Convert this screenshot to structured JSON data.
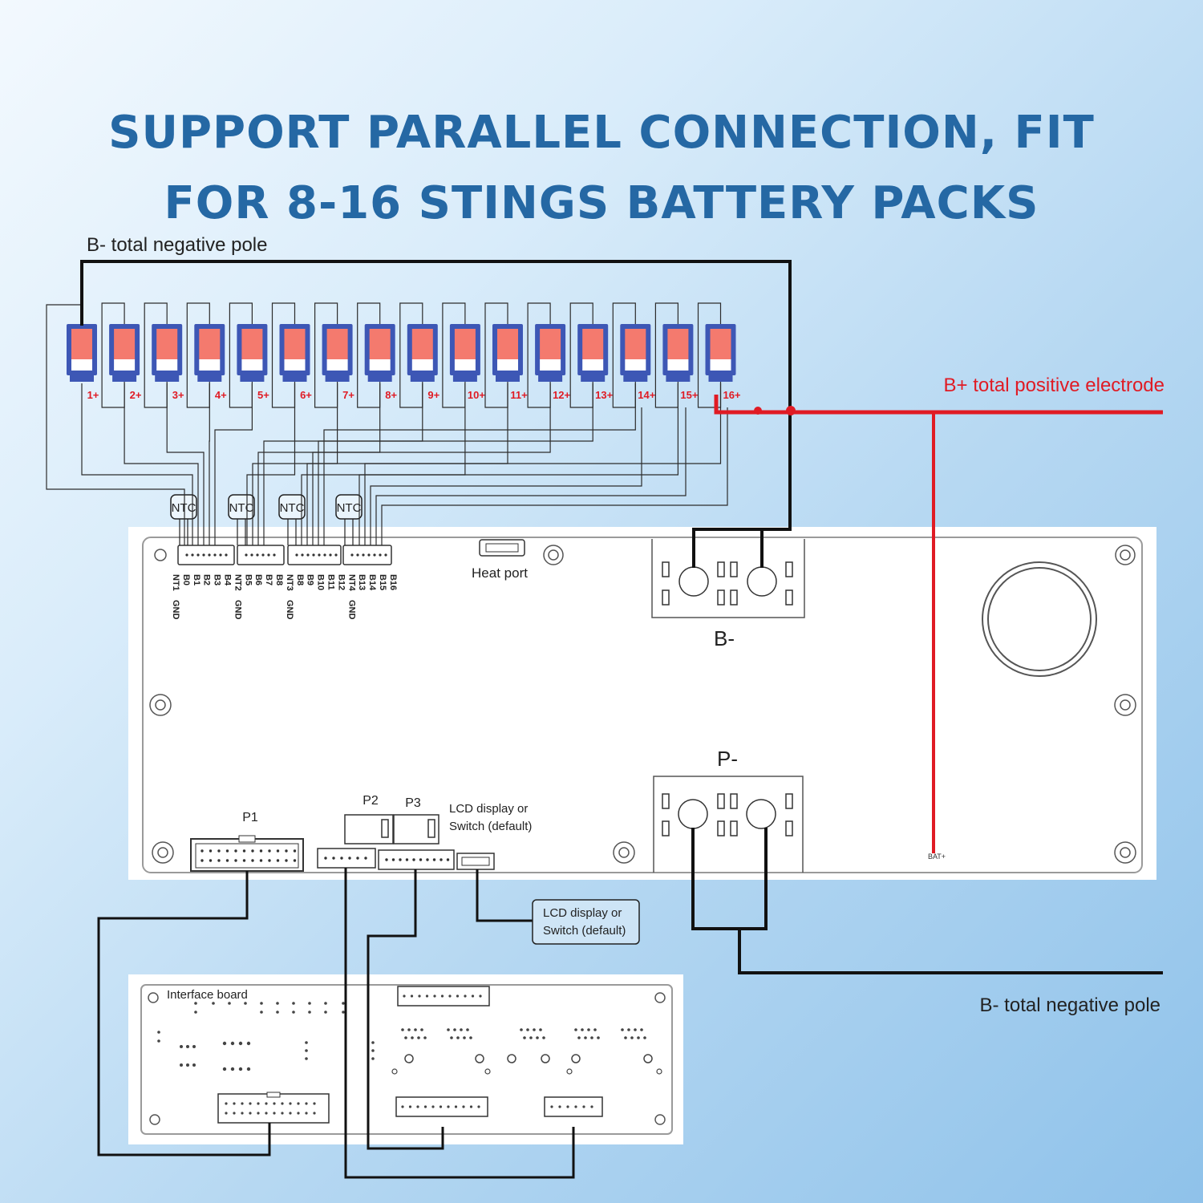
{
  "title": {
    "line1": "SUPPORT PARALLEL CONNECTION, FIT",
    "line2": "FOR 8-16 STINGS BATTERY PACKS"
  },
  "labels": {
    "b_minus_top": "B- total negative pole",
    "b_plus": "B+ total positive electrode",
    "b_minus_bottom": "B- total negative pole",
    "heat_port": "Heat port",
    "b_minus_terminal": "B-",
    "p_minus_terminal": "P-",
    "p1": "P1",
    "p2": "P2",
    "p3": "P3",
    "lcd_line1": "LCD display or",
    "lcd_line2": "Switch (default)",
    "callout_line1": "LCD display or",
    "callout_line2": "Switch (default)",
    "interface_board": "Interface board",
    "bat_plus": "BAT+"
  },
  "cells": [
    "1+",
    "2+",
    "3+",
    "4+",
    "5+",
    "6+",
    "7+",
    "8+",
    "9+",
    "10+",
    "11+",
    "12+",
    "13+",
    "14+",
    "15+",
    "16+"
  ],
  "ntc": [
    "NTC",
    "NTC",
    "NTC",
    "NTC"
  ],
  "pins": [
    [
      "NT1",
      "GND"
    ],
    [
      "B0"
    ],
    [
      "B1"
    ],
    [
      "B2"
    ],
    [
      "B3"
    ],
    [
      "B4"
    ],
    [
      "NT2",
      "GND"
    ],
    [
      "B5"
    ],
    [
      "B6"
    ],
    [
      "B7"
    ],
    [
      "B8"
    ],
    [
      "NT3",
      "GND"
    ],
    [
      "B8"
    ],
    [
      "B9"
    ],
    [
      "B10"
    ],
    [
      "B11"
    ],
    [
      "B12"
    ],
    [
      "NT4",
      "GND"
    ],
    [
      "B13"
    ],
    [
      "B14"
    ],
    [
      "B15"
    ],
    [
      "B16"
    ]
  ],
  "colors": {
    "title": "#2568a4",
    "cell_frame": "#3d57b5",
    "cell_fill": "#f47a6e",
    "positive_wire": "#e01b24",
    "negative_wire": "#111111"
  }
}
